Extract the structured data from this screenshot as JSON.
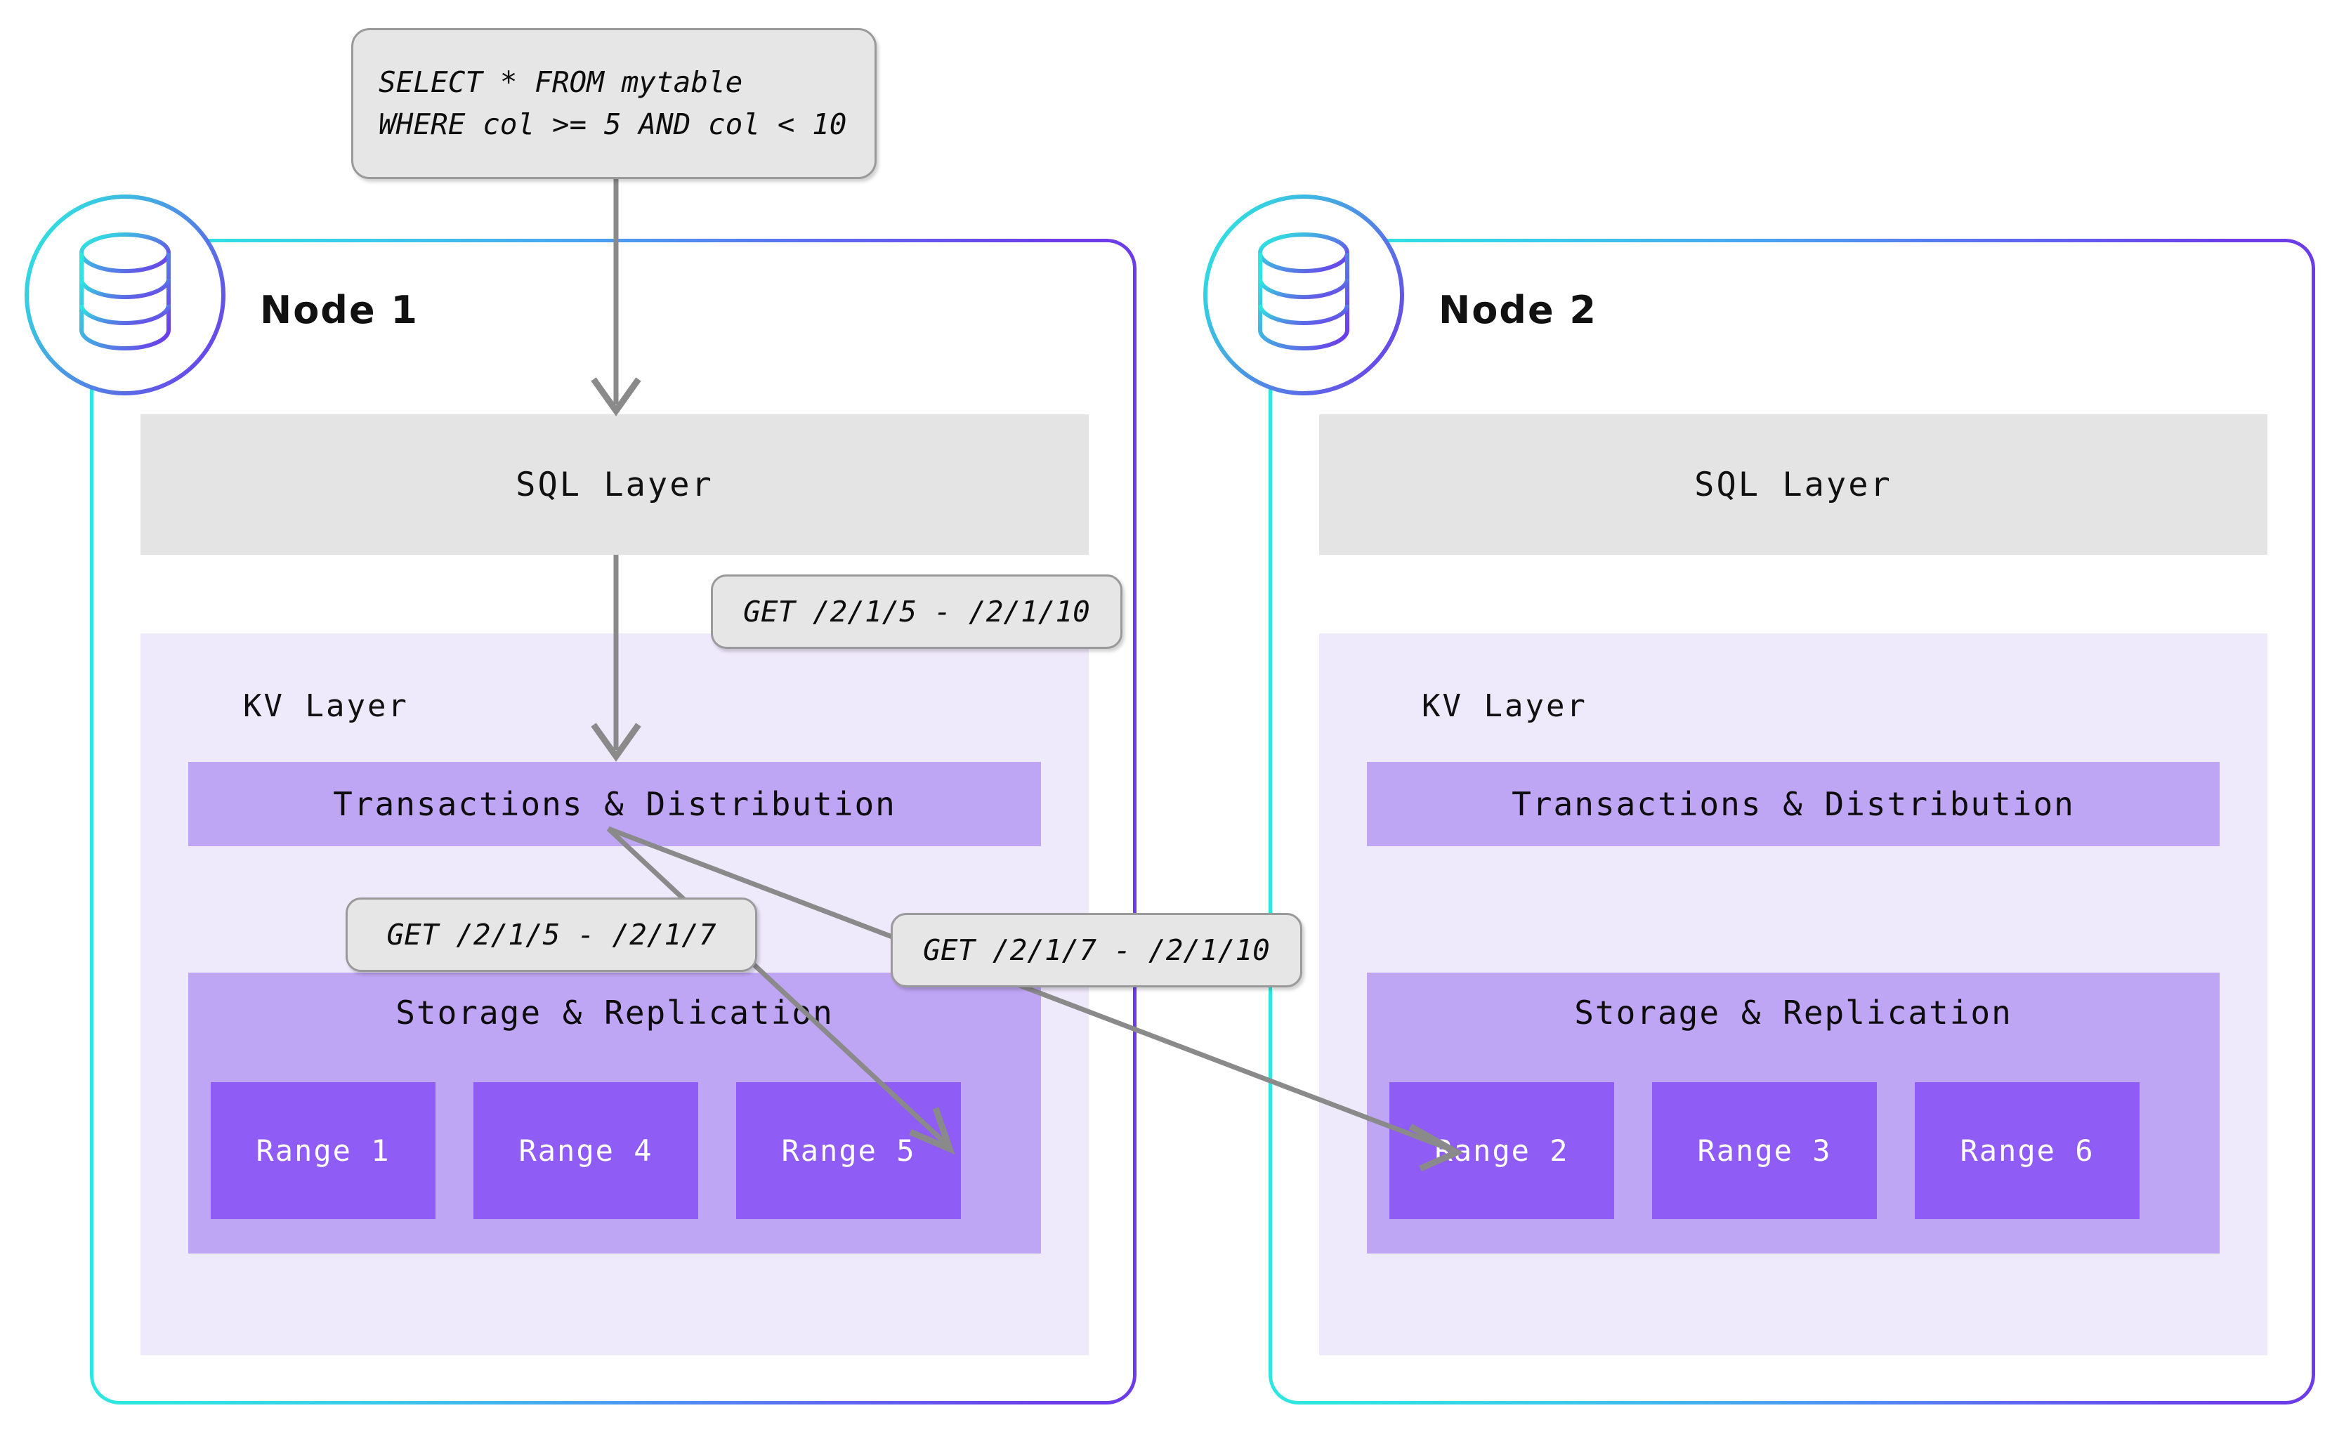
{
  "query_box": {
    "name": "sql-query",
    "lines": [
      "SELECT * FROM mytable",
      "WHERE col >= 5 AND col < 10"
    ]
  },
  "callouts": {
    "kv_request": "GET /2/1/5 - /2/1/10",
    "range5_request": "GET /2/1/5 - /2/1/7",
    "range2_request": "GET /2/1/7 - /2/1/10"
  },
  "labels": {
    "sql_layer": "SQL Layer",
    "kv_layer": "KV Layer",
    "transactions": "Transactions & Distribution",
    "storage": "Storage & Replication"
  },
  "nodes": [
    {
      "title": "Node 1",
      "sql_layer": "SQL Layer",
      "kv_layer": "KV Layer",
      "transactions": "Transactions & Distribution",
      "storage": "Storage & Replication",
      "ranges": [
        "Range 1",
        "Range 4",
        "Range 5"
      ]
    },
    {
      "title": "Node 2",
      "sql_layer": "SQL Layer",
      "kv_layer": "KV Layer",
      "transactions": "Transactions & Distribution",
      "storage": "Storage & Replication",
      "ranges": [
        "Range 2",
        "Range 3",
        "Range 6"
      ]
    }
  ],
  "colors": {
    "border_start": "#2ee6e0",
    "border_end": "#6c3ce9",
    "sql_layer_bg": "#e4e4e4",
    "kv_panel_bg": "#efe9fc",
    "txn_bar_bg": "#bfa6f5",
    "storage_bg": "#bfa6f5",
    "range_bg": "#8f5cf6",
    "callout_bg": "#e6e6e6",
    "arrow": "#8a8a8a"
  }
}
